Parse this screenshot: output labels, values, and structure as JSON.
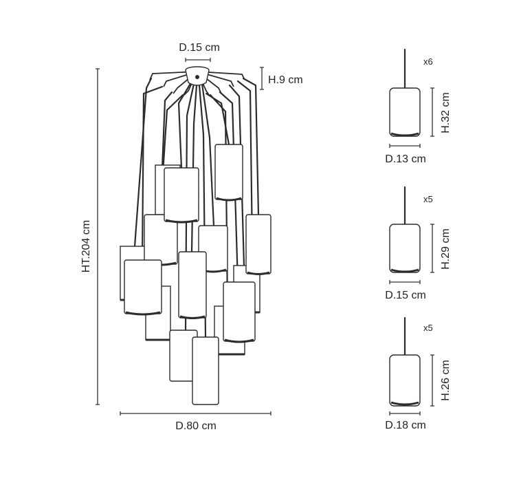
{
  "colors": {
    "line": "#2b2b2b",
    "text": "#222222",
    "background": "#ffffff"
  },
  "cluster": {
    "canopy_diameter": "D.15 cm",
    "canopy_height": "H.9 cm",
    "total_height": "HT.204 cm",
    "overall_diameter": "D.80 cm"
  },
  "shades": [
    {
      "count": "x6",
      "height": "H.32 cm",
      "diameter": "D.13 cm"
    },
    {
      "count": "x5",
      "height": "H.29 cm",
      "diameter": "D.15 cm"
    },
    {
      "count": "x5",
      "height": "H.26 cm",
      "diameter": "D.18 cm"
    }
  ]
}
